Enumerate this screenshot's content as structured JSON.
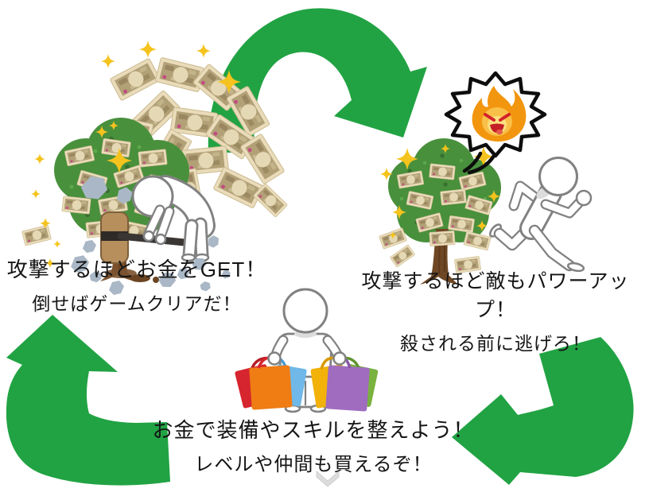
{
  "page": {
    "background": "#ffffff",
    "type": "cycle-diagram"
  },
  "captions": {
    "attack": {
      "line1": "攻撃するほどお金をGET！",
      "line2": "倒せばゲームクリアだ！"
    },
    "enemy": {
      "line1": "攻撃するほど敵もパワーアップ！",
      "line2": "殺される前に逃げろ！"
    },
    "shop": {
      "line1": "お金で装備やスキルを整えよう！",
      "line2": "レベルや仲間も買えるぞ！"
    }
  },
  "icons": {
    "arrows": "green-cycle-arrows",
    "scroll_hint": "chevron-down",
    "sparkle": "four-point-star",
    "money": "banknote"
  },
  "colors": {
    "arrow_green": "#21a343",
    "foliage_green": "#49903c",
    "trunk_brown": "#7a4f2b",
    "bill_tan": "#b2a077",
    "bill_edge": "#eadcba",
    "sparkle_yellow": "#f5c31d",
    "rock_gray": "#a9b7c6",
    "mallet_wood": "#b68f5d",
    "flame_orange": "#f6a623",
    "flame_face_red": "#d3222a",
    "figure_outline": "#818181",
    "bag_red": "#d6252e",
    "bag_orange": "#ef7d14",
    "bag_blue": "#6fb8e8",
    "bag_yellow": "#f2b20a",
    "bag_purple": "#a06cc0",
    "bag_green": "#79b23e",
    "text": "#151515",
    "chevron_gray": "#dcdcdc"
  }
}
